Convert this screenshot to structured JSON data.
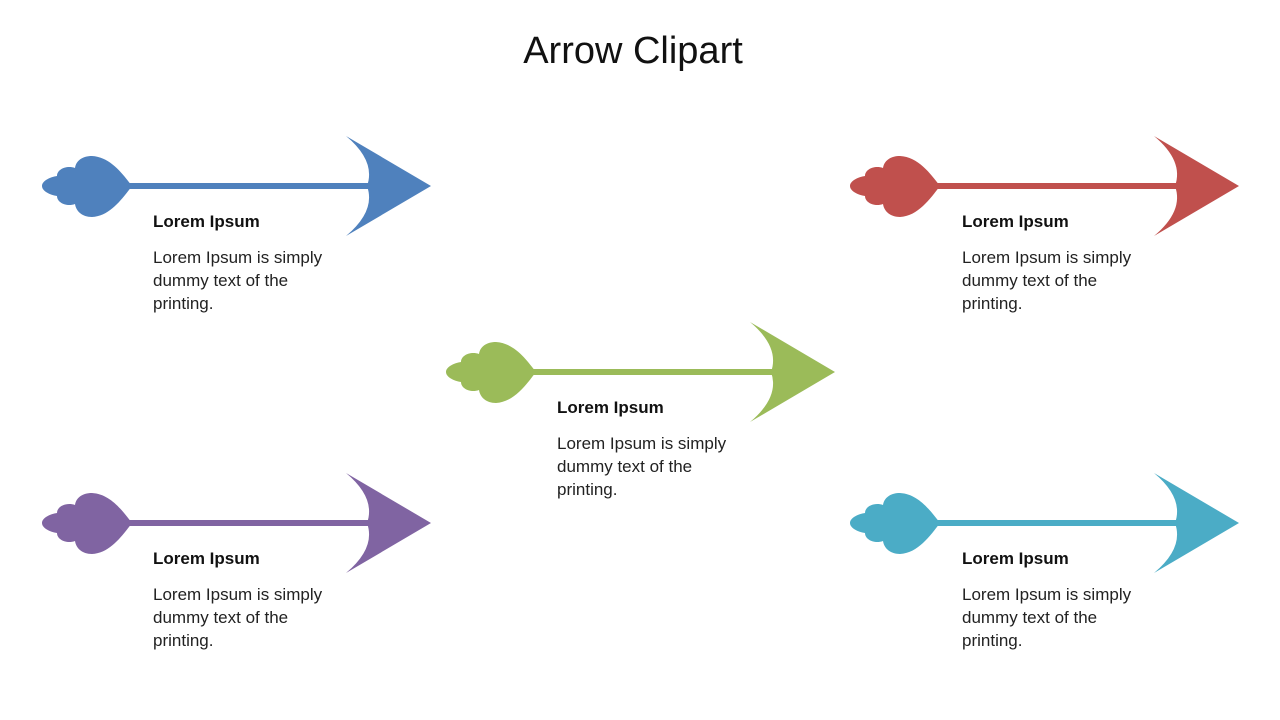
{
  "title": "Arrow Clipart",
  "items": [
    {
      "id": "top-left",
      "color": "#4f81bd",
      "heading": "Lorem Ipsum",
      "text": "Lorem Ipsum is simply dummy text of the printing."
    },
    {
      "id": "top-right",
      "color": "#c0504d",
      "heading": "Lorem Ipsum",
      "text": "Lorem Ipsum is simply dummy text of the printing."
    },
    {
      "id": "center",
      "color": "#9bbb59",
      "heading": "Lorem Ipsum",
      "text": "Lorem Ipsum is simply dummy text of the printing."
    },
    {
      "id": "bottom-left",
      "color": "#8064a2",
      "heading": "Lorem Ipsum",
      "text": "Lorem Ipsum is simply dummy text of the printing."
    },
    {
      "id": "bottom-right",
      "color": "#4bacc6",
      "heading": "Lorem Ipsum",
      "text": "Lorem Ipsum is simply dummy text of the printing."
    }
  ]
}
